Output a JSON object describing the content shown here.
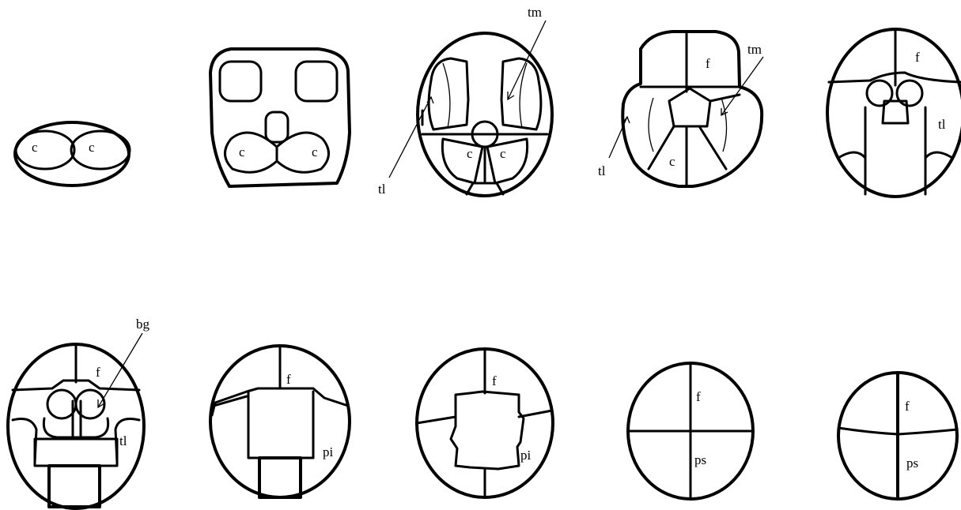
{
  "labels": {
    "c": "c",
    "tm": "tm",
    "tl": "tl",
    "f": "f",
    "bg": "bg",
    "pi": "pi",
    "ps": "ps"
  },
  "colors": {
    "stroke": "#000000",
    "background": "#ffffff"
  }
}
